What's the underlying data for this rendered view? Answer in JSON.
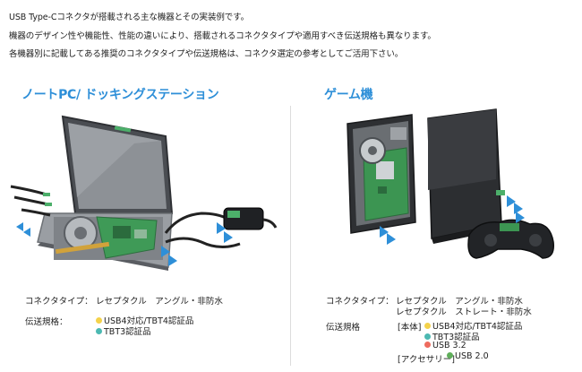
{
  "intro": [
    "USB Type-Cコネクタが搭載される主な機器とその実装例です。",
    "機器のデザイン性や機能性、性能の違いにより、搭載されるコネクタタイプや適用すべき伝送規格も異なります。",
    "各機器別に記載してある推奨のコネクタタイプや伝送規格は、コネクタ選定の参考としてご活用下さい。"
  ],
  "left": {
    "title": "ノートPC/ ドッキングステーション",
    "connector_label": "コネクタタイプ：",
    "connector_value": "レセプタクル　アングル・非防水",
    "transfer_label": "伝送規格：",
    "transfer_items": [
      {
        "text": "USB4対応/TBT4認証品",
        "color": "#f4d24a"
      },
      {
        "text": "TBT3認証品",
        "color": "#4cb9b2"
      }
    ]
  },
  "right": {
    "title": "ゲーム機",
    "connector_label": "コネクタタイプ：",
    "connector_values": [
      "レセプタクル　アングル・非防水",
      "レセプタクル　ストレート・非防水"
    ],
    "transfer_label": "伝送規格",
    "main_prefix": "[本体]",
    "main_items": [
      {
        "text": "USB4対応/TBT4認証品",
        "color": "#f4d24a"
      },
      {
        "text": "TBT3認証品",
        "color": "#4cb9b2"
      },
      {
        "text": "USB 3.2",
        "color": "#ee6b5e"
      }
    ],
    "acc_prefix": "[アクセサリー]",
    "acc_items": [
      {
        "text": "USB 2.0",
        "color": "#5fae5a"
      }
    ]
  }
}
